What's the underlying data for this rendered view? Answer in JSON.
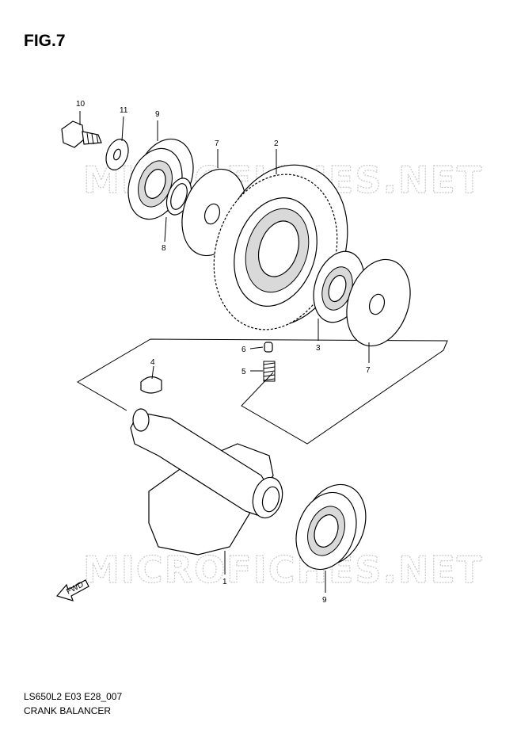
{
  "figure": {
    "title": "FIG.7",
    "doc_code": "LS650L2 E03 E28_007",
    "section_title": "CRANK BALANCER"
  },
  "watermark": "MICROFICHES.NET",
  "fwd_label": "FWD",
  "callouts": {
    "p10": "10",
    "p11": "11",
    "p9a": "9",
    "p8": "8",
    "p7a": "7",
    "p2": "2",
    "p3": "3",
    "p7b": "7",
    "p6": "6",
    "p5": "5",
    "p4": "4",
    "p1": "1",
    "p9b": "9"
  }
}
